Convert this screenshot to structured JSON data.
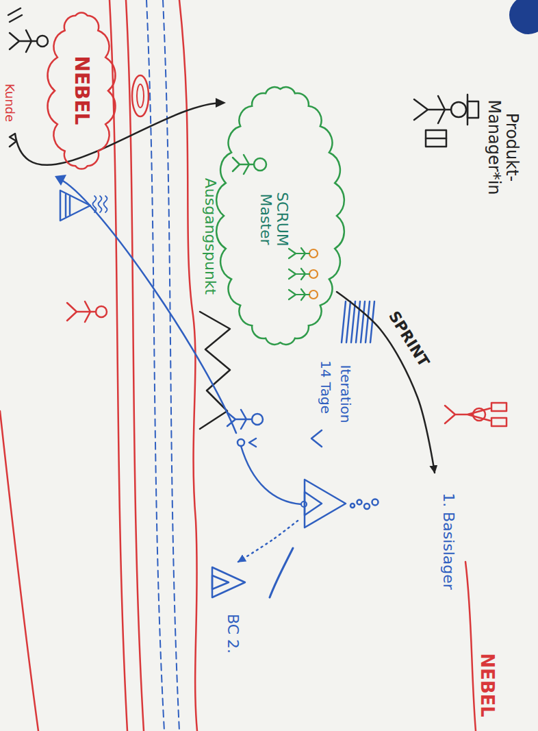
{
  "diagram": {
    "nodes": [
      {
        "text": [
          "NEBEL"
        ]
      },
      {
        "text": [
          "SCRUM Master",
          "Ausgangspunkt"
        ]
      },
      {
        "text": [
          "1. Basislager"
        ]
      },
      {
        "text": [
          "BC 2."
        ]
      }
    ],
    "edges": [
      {
        "from": 1,
        "to": 2,
        "label": "SPRINT",
        "arrow": "to"
      },
      {
        "from": 2,
        "to": 3,
        "arrow": "to"
      }
    ],
    "labels": [
      "Produkt- Manager*in",
      "Kunde",
      "Iteration",
      "14 Tage",
      "NEBEL"
    ]
  }
}
